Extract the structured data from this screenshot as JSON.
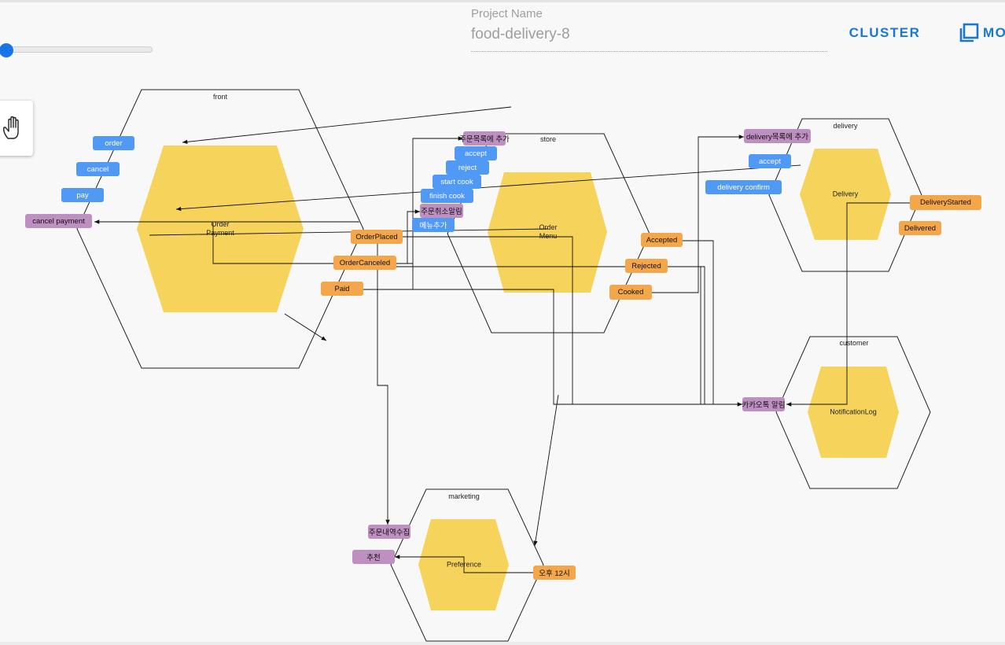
{
  "header": {
    "project_label": "Project Name",
    "project_value": "food-delivery-8",
    "cluster_label": "CLUSTER",
    "mode_label": "MO"
  },
  "tools": {
    "hand_icon": "hand-icon"
  },
  "contexts": {
    "front": {
      "title": "front",
      "aggregate_line1": "Order",
      "aggregate_line2": "Payment"
    },
    "store": {
      "title": "store",
      "aggregate_line1": "Order",
      "aggregate_line2": "Menu"
    },
    "delivery": {
      "title": "delivery",
      "aggregate": "Delivery"
    },
    "customer": {
      "title": "customer",
      "aggregate": "NotificationLog"
    },
    "marketing": {
      "title": "marketing",
      "aggregate": "Preference"
    }
  },
  "stickers": {
    "order": "order",
    "cancel": "cancel",
    "pay": "pay",
    "cancel_payment": "cancel payment",
    "store_policy_add": "주문목록에 추가",
    "accept": "accept",
    "reject": "reject",
    "start_cook": "start cook",
    "finish_cook": "finish cook",
    "cancel_notify": "주문취소알림",
    "add_menu": "메뉴추가",
    "order_placed": "OrderPlaced",
    "order_canceled": "OrderCanceled",
    "paid": "Paid",
    "accepted": "Accepted",
    "rejected": "Rejected",
    "cooked": "Cooked",
    "delivery_policy_add": "delivery목록에 추가",
    "delivery_accept": "accept",
    "delivery_confirm": "delivery confirm",
    "delivery_started": "DeliveryStarted",
    "delivered": "Delivered",
    "kakao_notify": "카카오톡 알림",
    "collect_history": "주문내역수집",
    "recommend": "추천",
    "noon": "오후 12시"
  },
  "colors": {
    "command": "#5099f4",
    "event": "#f3a64a",
    "policy": "#be8fc1",
    "aggregate": "#f6d35a",
    "accent": "#1976d2"
  }
}
